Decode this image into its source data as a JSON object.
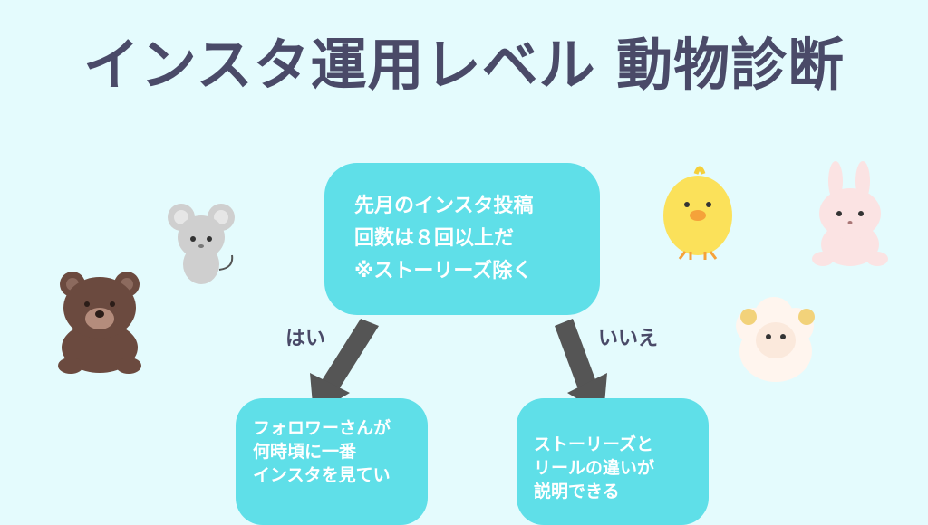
{
  "title": "インスタ運用レベル 動物診断",
  "colors": {
    "background": "#e4fbfd",
    "node": "#5fdfe8",
    "node_text": "#ffffff",
    "title_text": "#4a4a68",
    "arrow": "#555555"
  },
  "question": {
    "lines": [
      "先月のインスタ投稿",
      "回数は８回以上だ",
      "※ストーリーズ除く"
    ]
  },
  "branches": {
    "yes_label": "はい",
    "no_label": "いいえ"
  },
  "yes_question": {
    "lines": [
      "フォロワーさんが",
      "何時頃に一番",
      "インスタを見てい"
    ]
  },
  "no_question": {
    "lines": [
      "ストーリーズと",
      "リールの違いが",
      "説明できる"
    ]
  },
  "animals": [
    "mouse-icon",
    "bear-icon",
    "chick-icon",
    "rabbit-icon",
    "sheep-icon"
  ]
}
